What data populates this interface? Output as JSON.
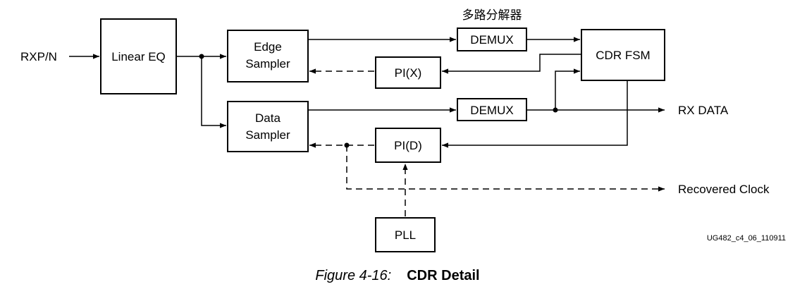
{
  "blocks": {
    "linear_eq": "Linear EQ",
    "edge_sampler": [
      "Edge",
      "Sampler"
    ],
    "data_sampler": [
      "Data",
      "Sampler"
    ],
    "demux_top": "DEMUX",
    "demux_bottom": "DEMUX",
    "cdr_fsm": "CDR FSM",
    "pi_x": "PI(X)",
    "pi_d": "PI(D)",
    "pll": "PLL"
  },
  "labels": {
    "input": "RXP/N",
    "rx_data": "RX DATA",
    "recovered_clock": "Recovered Clock",
    "demux_annotation": "多路分解器",
    "figure_id": "UG482_c4_06_110911"
  },
  "caption": {
    "number": "Figure 4-16:",
    "title": "CDR Detail"
  }
}
